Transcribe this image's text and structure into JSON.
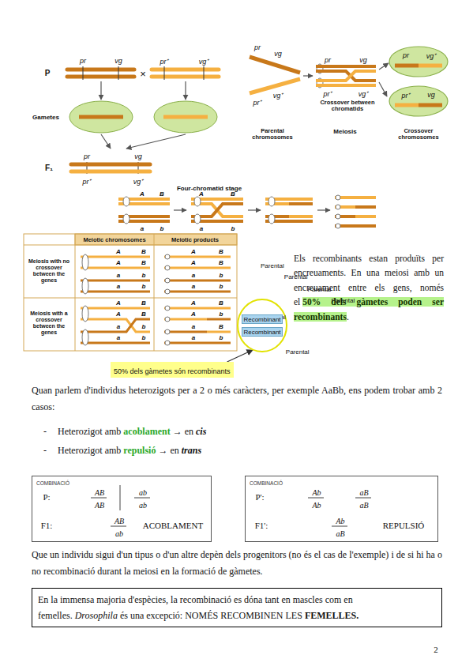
{
  "diagram": {
    "nodes": [
      {
        "text": [
          "Parental",
          "Parental"
        ]
      },
      {
        "text": [
          "Recombinant"
        ],
        "in": 0
      },
      {
        "text": [
          "Recombinant"
        ],
        "in": 0
      },
      {
        "text": [
          "50% dels gàmetes són recombinants"
        ]
      },
      {
        "text": [
          "COMBINACIÓ",
          "P:",
          "AB",
          "AB",
          "ab",
          "ab",
          "F1:",
          "AB",
          "ab",
          "ACOBLAMENT"
        ]
      },
      {
        "text": [
          "COMBINACIÓ",
          "P':",
          "Ab",
          "Ab",
          "aB",
          "aB",
          "F1':",
          "Ab",
          "aB",
          "REPULSIÓ"
        ]
      },
      {
        "text": [
          "En la immensa majoria d'espècies, la recombinació es dóna tant en mascles com en femelles.",
          "Drosophila",
          "és una excepció: NOMÉS RECOMBINEN LES",
          "FEMELLES."
        ]
      },
      {
        "text": [
          "pr",
          "vg⁺"
        ]
      },
      {
        "text": [
          "pr⁺",
          "vg"
        ]
      }
    ],
    "edges": [
      {
        "from": 3,
        "to": 0,
        "arrow": "to"
      }
    ],
    "labels": [
      "P",
      "pr",
      "vg",
      "×",
      "pr⁺",
      "vg⁺",
      "Gametes",
      "F₁",
      "pr",
      "vg",
      "pr⁺",
      "vg⁺",
      "pr",
      "vg",
      "pr⁺",
      "vg⁺",
      "pr",
      "vg",
      "pr⁺",
      "vg⁺",
      "Crossover between chromatids",
      "Parental chromosomes",
      "Meiosis",
      "Crossover chromosomes",
      "Four-chromatid stage",
      "A",
      "B",
      "a",
      "b",
      "A",
      "B",
      "a",
      "b",
      "Meiotic chromosomes",
      "Meiotic products",
      "Meiosis with no crossover between the genes",
      "Meiosis with a crossover between the genes",
      "A",
      "B",
      "A",
      "B",
      "a",
      "b",
      "a",
      "b",
      "A",
      "B",
      "A",
      "B",
      "a",
      "b",
      "a",
      "b",
      "A",
      "B",
      "A",
      "B",
      "a",
      "b",
      "a",
      "b",
      "A",
      "B",
      "A",
      "b",
      "a",
      "B",
      "a",
      "b",
      "Parental",
      "Parental",
      "Parental",
      "Parental",
      "Els recombinants estan produïts per encreuaments. En una meiosi amb un encreuament entre els gens, només el",
      "50% dels gàmetes poden ser recombinants",
      ".",
      "Quan parlem d'individus heterozigots per a 2 o més caràcters, per exemple AaBb, ens podem trobar amb 2 casos:",
      "-",
      "Heterozigot amb",
      "acoblament",
      "→ en",
      "cis",
      "-",
      "Heterozigot amb",
      "repulsió",
      "→ en",
      "trans",
      "Que un individu sigui d'un tipus o d'un altre depèn dels progenitors (no és el cas de l'exemple) i de si hi ha o no recombinació durant la meiosi en la formació de gàmetes.",
      "2"
    ]
  }
}
